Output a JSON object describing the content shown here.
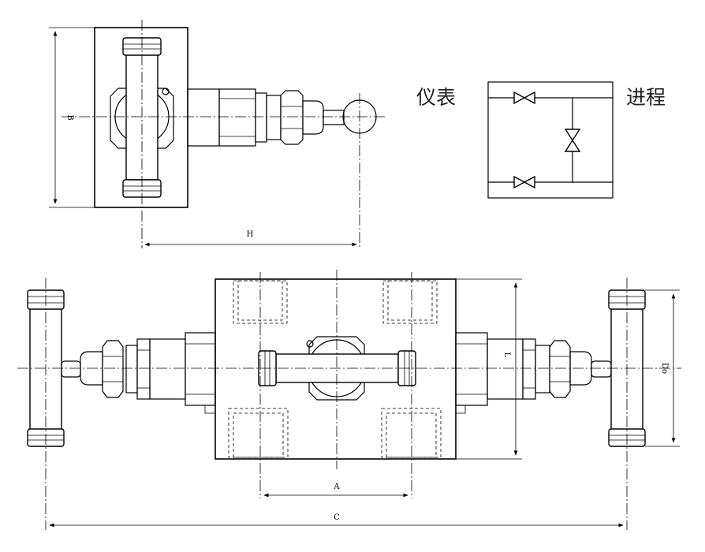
{
  "labels": {
    "instrument": "仪表",
    "process": "进程"
  },
  "dimensions": {
    "B": "B",
    "H": "H",
    "L": "L",
    "Do": "Do",
    "A": "A",
    "C": "C"
  }
}
